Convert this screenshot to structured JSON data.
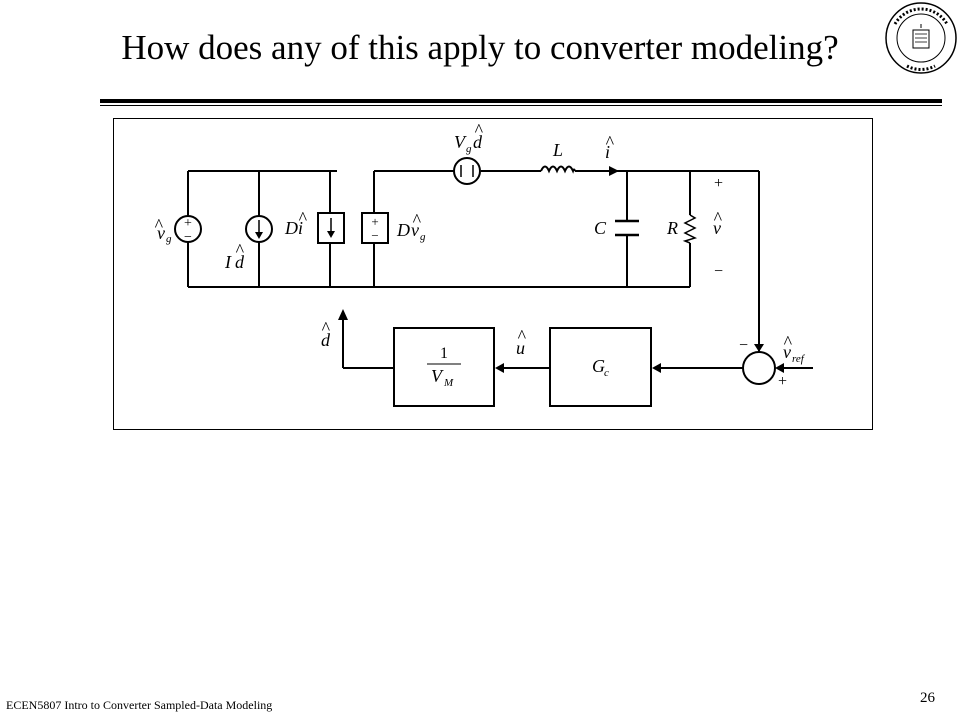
{
  "slide": {
    "title": "How does any of this apply to converter modeling?",
    "footer": "ECEN5807 Intro to Converter Sampled-Data Modeling",
    "page_number": "26"
  },
  "logo": {
    "text": "UNIVERSITY OF COLORADO",
    "year": "1876"
  },
  "diagram": {
    "labels": {
      "hat": "^",
      "vg": "v",
      "vg_sub": "g",
      "Vg": "V",
      "d": "d",
      "L": "L",
      "i": "i",
      "D": "D",
      "I": "I",
      "C": "C",
      "R": "R",
      "v": "v",
      "plus": "+",
      "minus": "−",
      "u": "u",
      "Gc": "G",
      "Gc_sub": "c",
      "one": "1",
      "VM": "V",
      "VM_sub": "M",
      "vref": "v",
      "vref_sub": "ref"
    }
  }
}
